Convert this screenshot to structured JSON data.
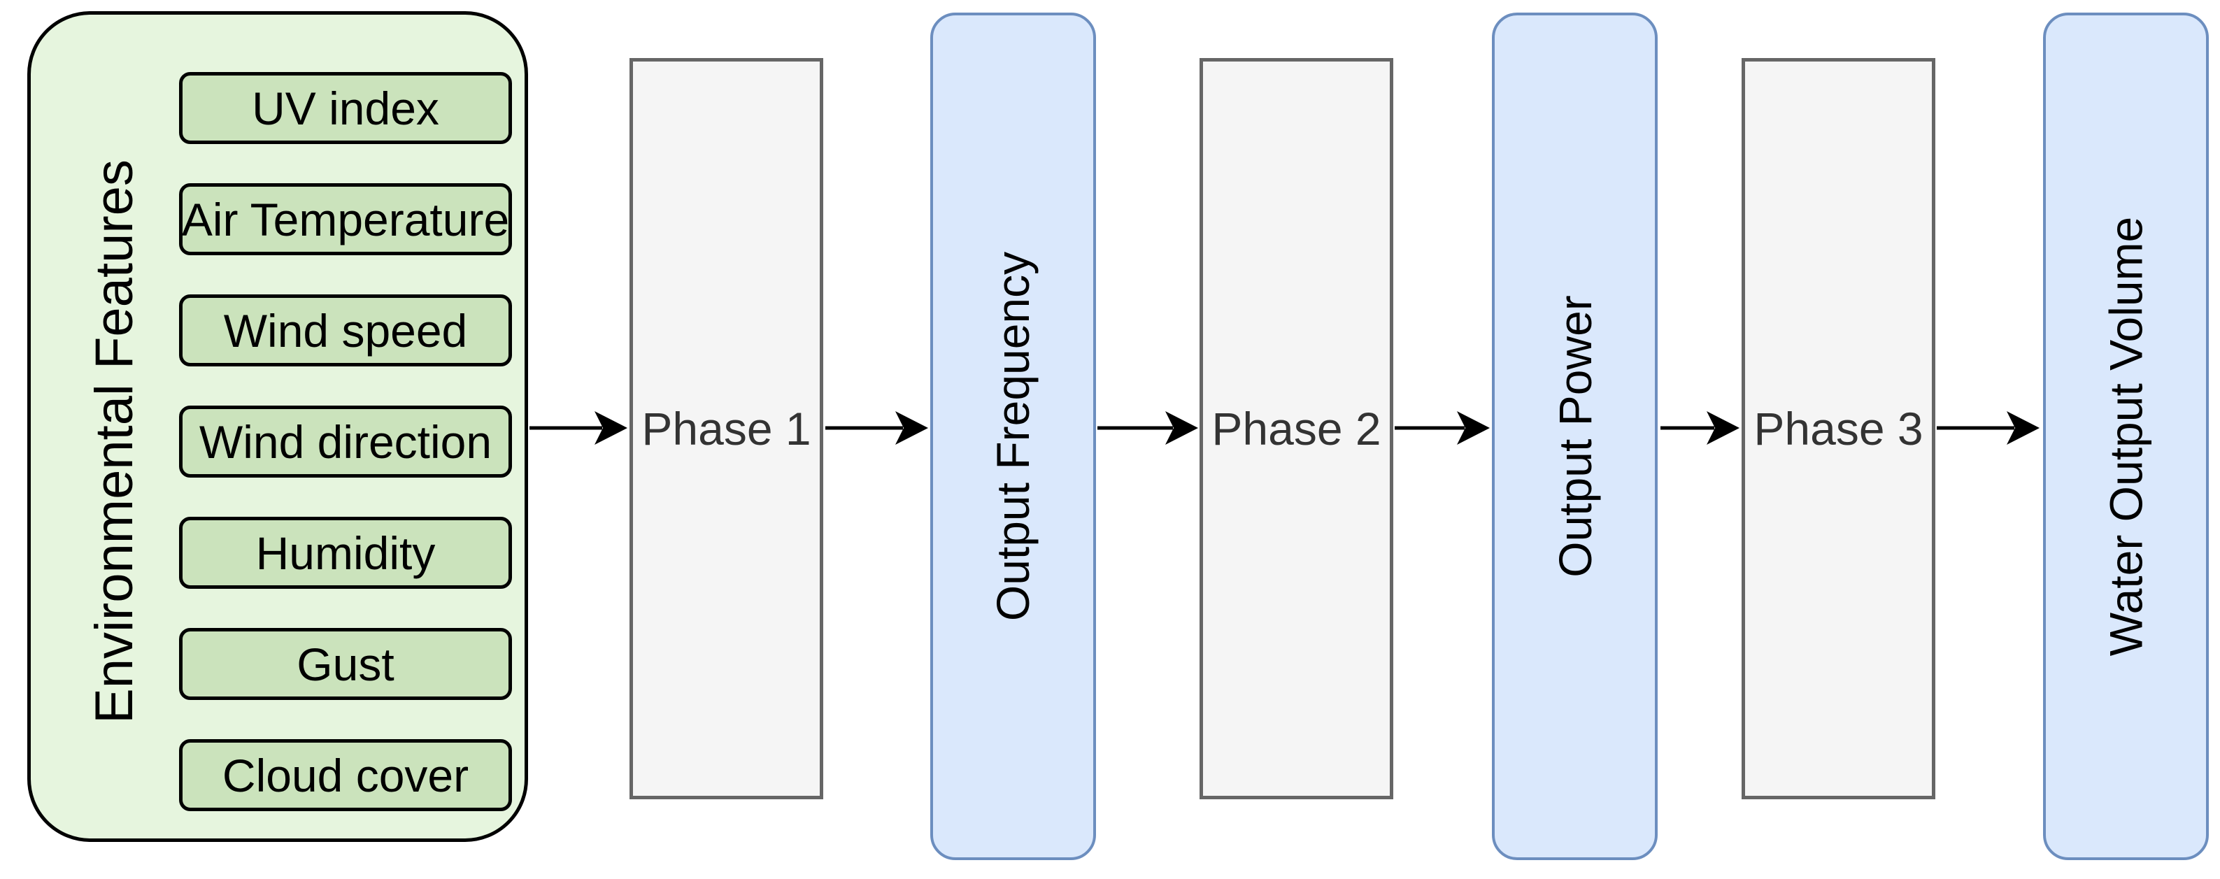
{
  "features": {
    "title": "Environmental Features",
    "items": [
      "UV index",
      "Air Temperature",
      "Wind speed",
      "Wind direction",
      "Humidity",
      "Gust",
      "Cloud cover"
    ]
  },
  "pipeline": {
    "phases": [
      "Phase 1",
      "Phase 2",
      "Phase 3"
    ],
    "outputs": [
      "Output Frequency",
      "Output Power",
      "Water Output Volume"
    ],
    "flow": [
      "Environmental Features",
      "Phase 1",
      "Output Frequency",
      "Phase 2",
      "Output Power",
      "Phase 3",
      "Water Output Volume"
    ]
  },
  "colors": {
    "background": "#ffffff",
    "panel_fill": "#e6f5de",
    "panel_stroke": "#000000",
    "feature_fill": "#cbe3bc",
    "feature_stroke": "#000000",
    "phase_fill": "#f5f5f5",
    "phase_stroke": "#666666",
    "phase_text": "#333333",
    "output_fill": "#dae8fc",
    "output_stroke": "#6c8ebf",
    "arrow": "#000000",
    "text": "#000000"
  }
}
